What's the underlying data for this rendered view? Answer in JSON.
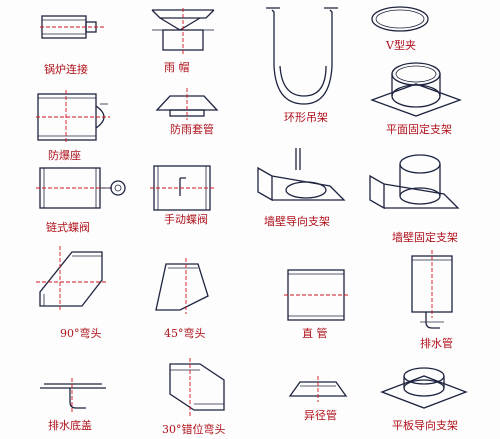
{
  "items": [
    {
      "id": "boiler",
      "label": "锅炉连接"
    },
    {
      "id": "rain_cap",
      "label": "雨    帽"
    },
    {
      "id": "ring_hanger",
      "label": "环形吊架"
    },
    {
      "id": "v_clamp",
      "label": "V型夹"
    },
    {
      "id": "explosion_seat",
      "label": "防爆座"
    },
    {
      "id": "rain_sleeve",
      "label": "防雨套管"
    },
    {
      "id": "plane_bracket",
      "label": "平面固定支架"
    },
    {
      "id": "chain_valve",
      "label": "链式蝶阀"
    },
    {
      "id": "manual_valve",
      "label": "手动蝶阀"
    },
    {
      "id": "wall_guide",
      "label": "墙壁导向支架"
    },
    {
      "id": "wall_fixed",
      "label": "墙壁固定支架"
    },
    {
      "id": "elbow90",
      "label": "90°弯头"
    },
    {
      "id": "elbow45",
      "label": "45°弯头"
    },
    {
      "id": "straight",
      "label": "直  管"
    },
    {
      "id": "drain",
      "label": "排水管"
    },
    {
      "id": "drain_cover",
      "label": "排水底盖"
    },
    {
      "id": "offset30",
      "label": "30°错位弯头"
    },
    {
      "id": "reducer",
      "label": "异径管"
    },
    {
      "id": "plate_guide",
      "label": "平板导向支架"
    }
  ],
  "colors": {
    "line": "#1e2440",
    "label": "#b0121c",
    "center": "#d0131e"
  }
}
